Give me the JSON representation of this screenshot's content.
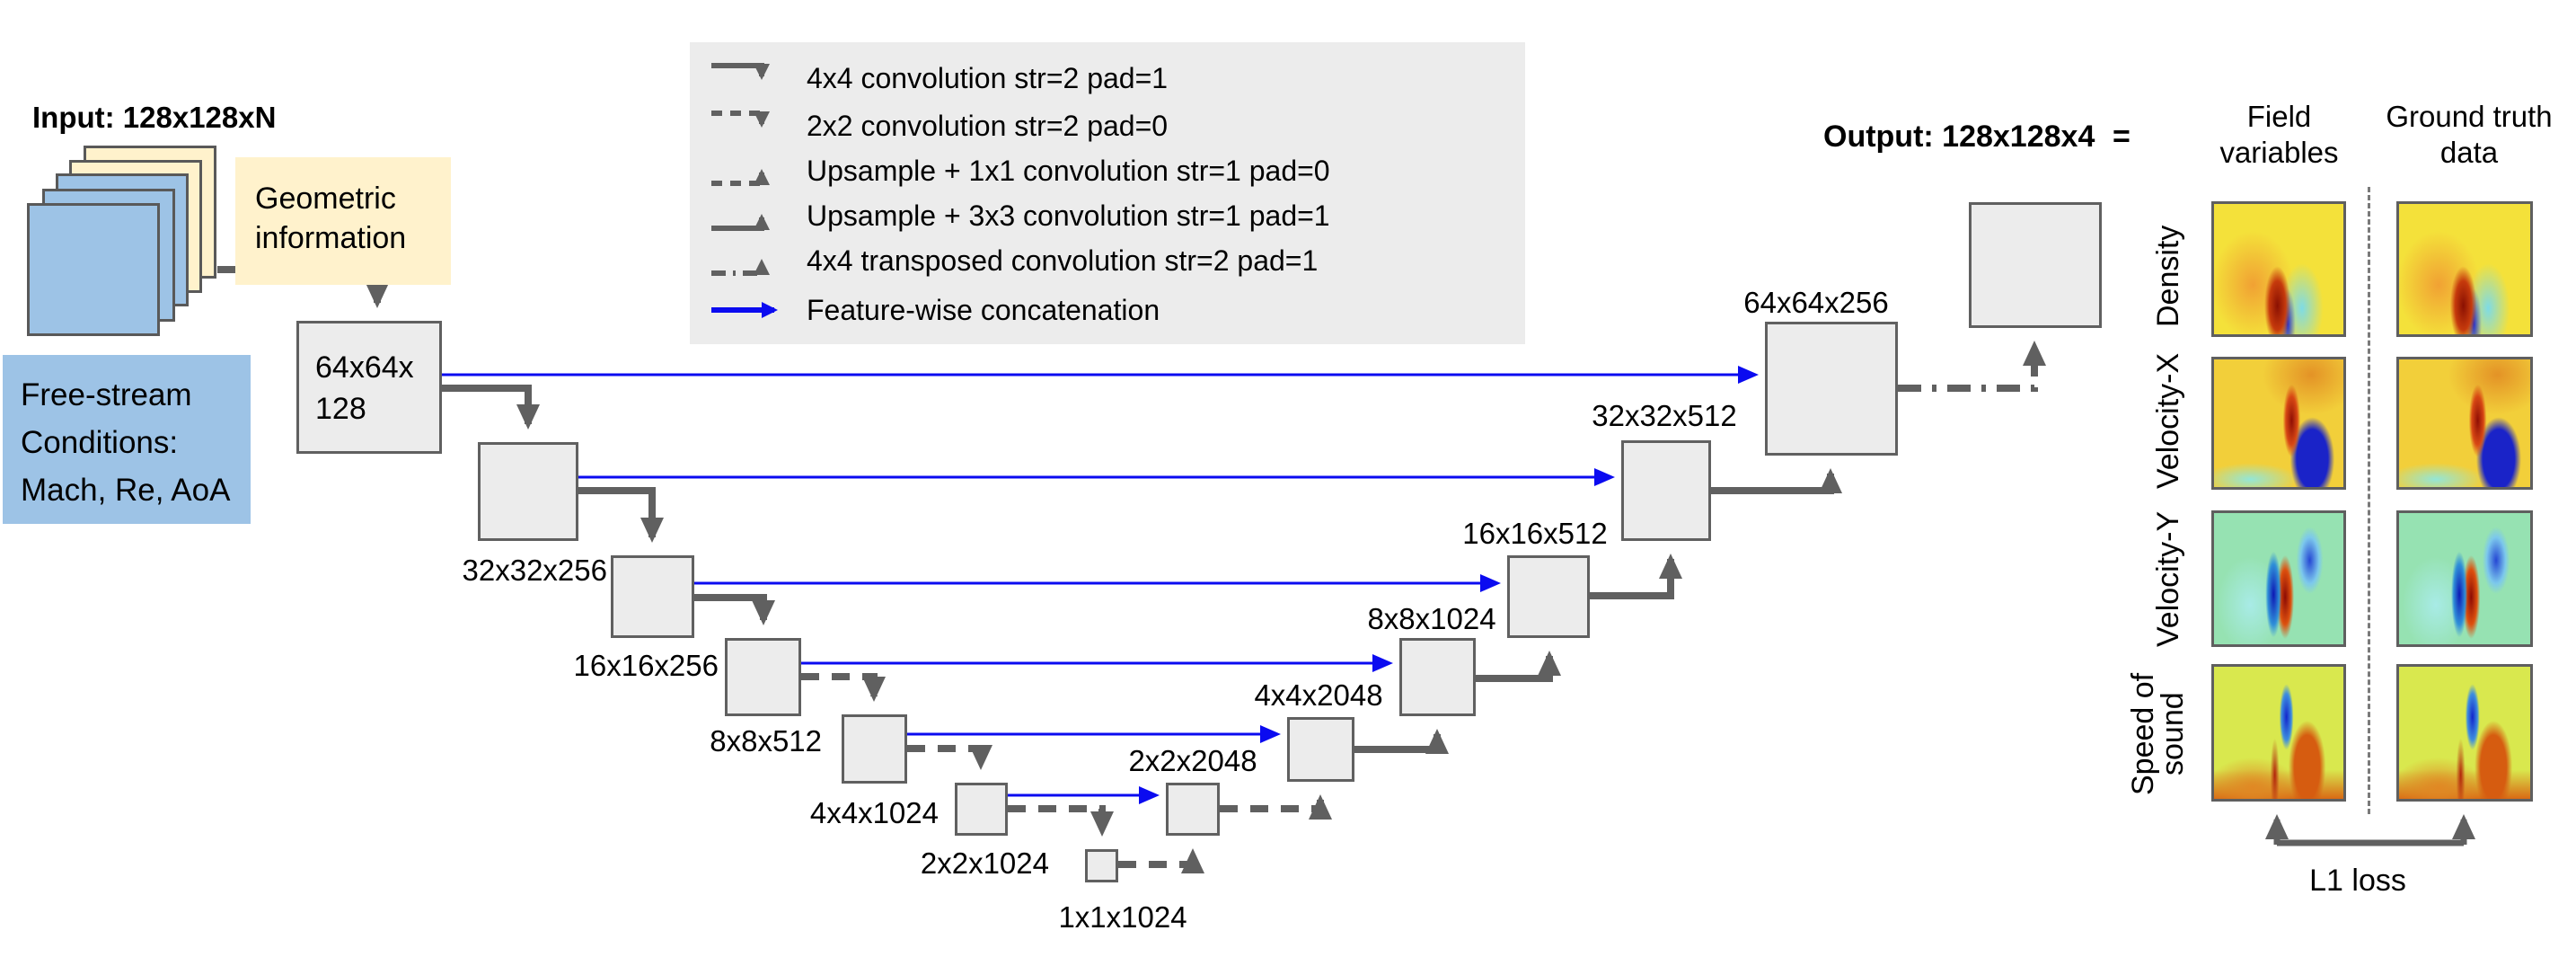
{
  "colors": {
    "block_fill": "#ececec",
    "block_border": "#606060",
    "arrow_gray": "#606060",
    "skip_blue": "#0b0bf0",
    "input_stack_blue": "#9dc3e6",
    "input_stack_cream": "#fff2cc",
    "freestream_box_blue": "#9dc3e6",
    "legend_bg": "#ececec"
  },
  "input": {
    "title": "Input: 128x128xN",
    "geometric_box": "Geometric\ninformation",
    "freestream_box": "Free-stream\nConditions:\nMach, Re, AoA"
  },
  "legend": {
    "items": [
      {
        "icon": "solid-elbow-down-arrow-icon",
        "label": "4x4 convolution str=2 pad=1"
      },
      {
        "icon": "dashed-elbow-down-arrow-icon",
        "label": "2x2 convolution str=2 pad=0"
      },
      {
        "icon": "dashed-elbow-up-arrow-icon",
        "label": "Upsample + 1x1 convolution str=1 pad=0"
      },
      {
        "icon": "solid-elbow-up-arrow-icon",
        "label": "Upsample + 3x3 convolution str=1 pad=1"
      },
      {
        "icon": "dashdot-elbow-up-arrow-icon",
        "label": "4x4 transposed convolution str=2 pad=1"
      },
      {
        "icon": "blue-right-arrow-icon",
        "label": "Feature-wise concatenation"
      }
    ]
  },
  "blocks": {
    "enc1": {
      "label": "64x64x\n128"
    },
    "enc2": {
      "label": "32x32x256"
    },
    "enc3": {
      "label": "16x16x256"
    },
    "enc4": {
      "label": "8x8x512"
    },
    "enc5": {
      "label": "4x4x1024"
    },
    "enc6": {
      "label": "2x2x1024"
    },
    "bottleneck": {
      "label": "1x1x1024"
    },
    "dec1": {
      "label": "2x2x2048"
    },
    "dec2": {
      "label": "4x4x2048"
    },
    "dec3": {
      "label": "8x8x1024"
    },
    "dec4": {
      "label": "16x16x512"
    },
    "dec5": {
      "label": "32x32x512"
    },
    "dec6": {
      "label": "64x64x256"
    }
  },
  "output": {
    "title": "Output: 128x128x4",
    "equals": "="
  },
  "results": {
    "col1_header": "Field\nvariables",
    "col2_header": "Ground truth\ndata",
    "rows": [
      {
        "label": "Density"
      },
      {
        "label": "Velocity-X"
      },
      {
        "label": "Velocity-Y"
      },
      {
        "label": "Speed of\nsound"
      }
    ],
    "loss_label": "L1 loss"
  }
}
